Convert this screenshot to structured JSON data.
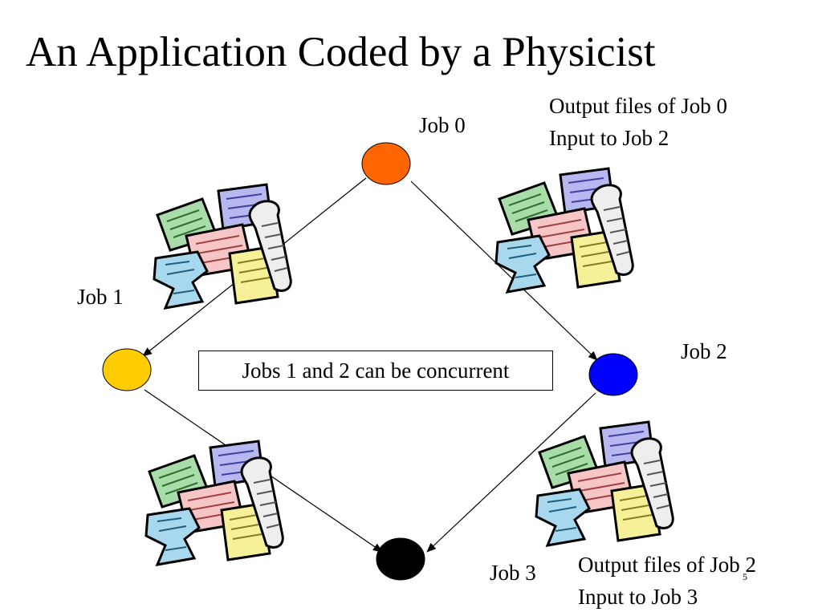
{
  "title": "An Application Coded by a Physicist",
  "jobs": [
    {
      "label": "Job 0",
      "color": "#ff6600"
    },
    {
      "label": "Job 1",
      "color": "#ffcc00"
    },
    {
      "label": "Job 2",
      "color": "#0000ff"
    },
    {
      "label": "Job 3",
      "color": "#000000"
    }
  ],
  "annotations": {
    "output_job0": {
      "line1": "Output files of Job 0",
      "line2": "Input to Job 2"
    },
    "output_job2": {
      "line1": "Output files of Job 2",
      "line2": "Input to Job 3"
    }
  },
  "concurrency_note": "Jobs 1 and 2 can be concurrent",
  "page_number": "5",
  "file_clipart_icon": "file-stack-icon"
}
